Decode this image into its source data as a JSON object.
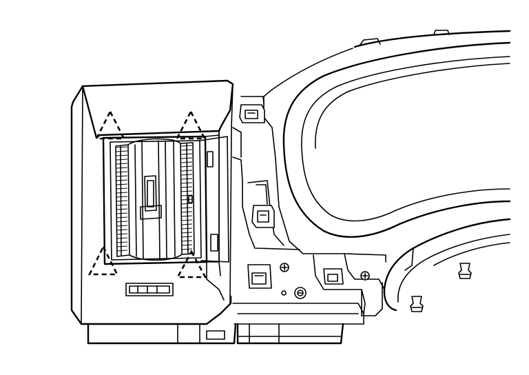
{
  "diagram": {
    "subject": "instrument-panel-left-air-vent-removal",
    "release_tab_markers": [
      {
        "id": "upper-left"
      },
      {
        "id": "upper-right"
      },
      {
        "id": "lower-left"
      },
      {
        "id": "lower-right"
      }
    ],
    "colors": {
      "line": "#000000",
      "background": "#ffffff"
    }
  }
}
